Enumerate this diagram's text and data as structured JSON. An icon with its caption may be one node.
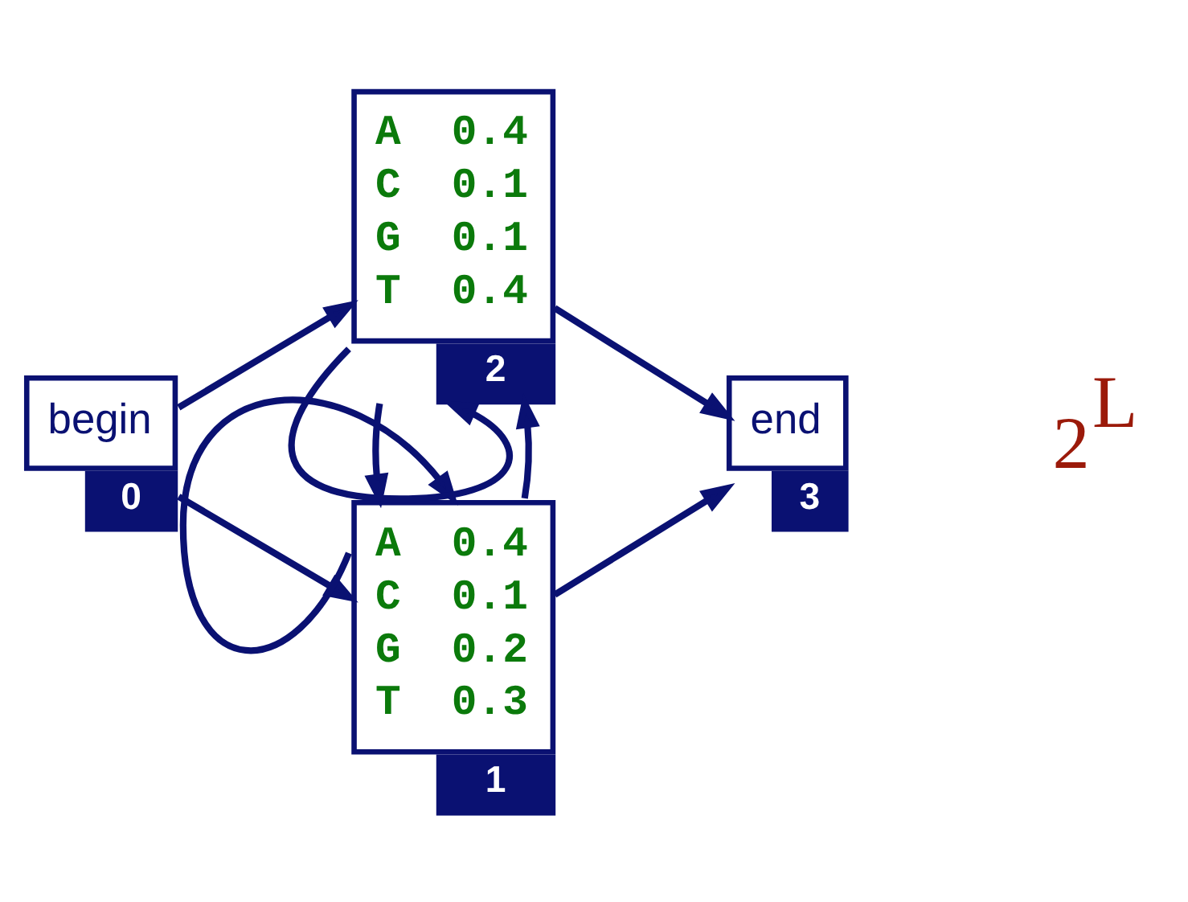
{
  "diagram": {
    "nodes": [
      {
        "text": [
          "begin"
        ],
        "beside": [
          "0"
        ]
      },
      {
        "text": [
          "A  0.4",
          "C  0.1",
          "G  0.2",
          "T  0.3"
        ],
        "beside": [
          "1"
        ]
      },
      {
        "text": [
          "A  0.4",
          "C  0.1",
          "G  0.1",
          "T  0.4"
        ],
        "beside": [
          "2"
        ]
      },
      {
        "text": [
          "end"
        ],
        "beside": [
          "3"
        ]
      }
    ],
    "edges": [
      {
        "from": 1,
        "to": 1,
        "arrow": "to"
      },
      {
        "from": 0,
        "to": 1,
        "arrow": "to"
      },
      {
        "from": 0,
        "to": 2,
        "arrow": "to"
      },
      {
        "from": 1,
        "to": 2,
        "arrow": "to"
      },
      {
        "from": 2,
        "to": 1,
        "arrow": "to"
      },
      {
        "from": 1,
        "to": 3,
        "arrow": "to"
      },
      {
        "from": 2,
        "to": 3,
        "arrow": "to"
      },
      {
        "from": 2,
        "to": 2,
        "arrow": "to"
      }
    ],
    "labels": [
      "2$^{L}$"
    ]
  }
}
